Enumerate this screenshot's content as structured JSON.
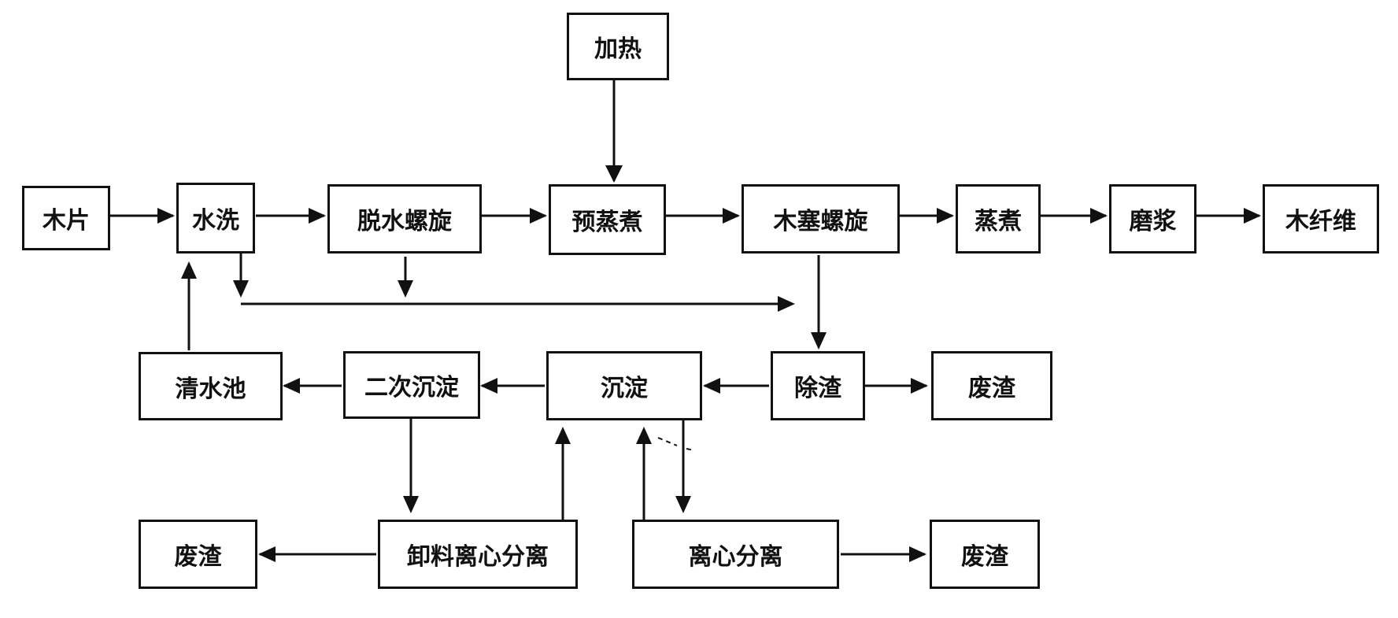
{
  "nodes": {
    "heating": "加热",
    "wood_chips": "木片",
    "water_wash": "水洗",
    "dewater_screw": "脱水螺旋",
    "pre_steaming": "预蒸煮",
    "plug_screw": "木塞螺旋",
    "steaming": "蒸煮",
    "refining": "磨浆",
    "wood_fiber": "木纤维",
    "clear_water_pool": "清水池",
    "secondary_settling": "二次沉淀",
    "settling": "沉淀",
    "slag_removal": "除渣",
    "waste_slag_1": "废渣",
    "waste_slag_2": "废渣",
    "discharge_centrifuge": "卸料离心分离",
    "centrifuge": "离心分离",
    "waste_slag_3": "废渣"
  },
  "colors": {
    "line": "#111111",
    "background": "#ffffff"
  }
}
